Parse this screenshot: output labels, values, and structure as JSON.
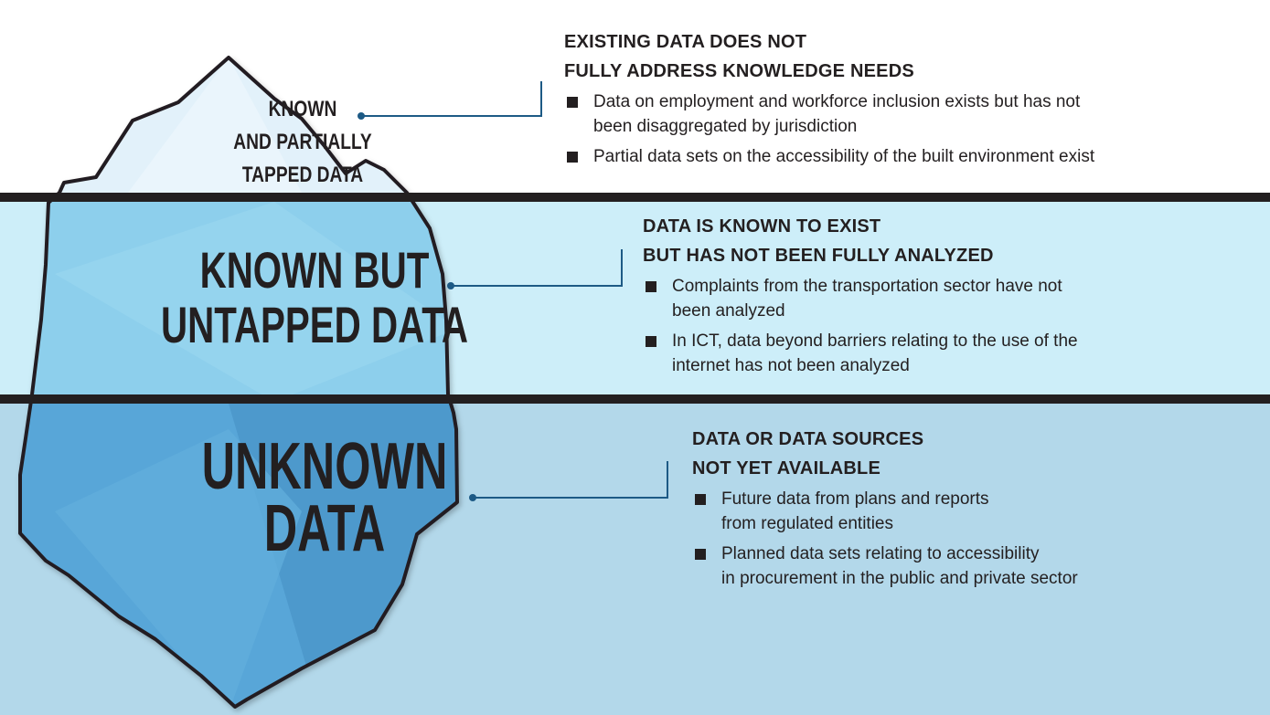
{
  "colors": {
    "surface": "#ffffff",
    "waterline_band": "#cdeef9",
    "deep_band": "#b3d8ea",
    "divider": "#231f20",
    "connector": "#1d5a85",
    "ice_top": "#e2f1fa",
    "ice_middle": "#8dcfec",
    "ice_bottom": "#58a6d8"
  },
  "iceberg": {
    "top_label": [
      "KNOWN",
      "AND PARTIALLY",
      "TAPPED DATA"
    ],
    "middle_label": [
      "KNOWN BUT",
      "UNTAPPED DATA"
    ],
    "bottom_label": [
      "UNKNOWN",
      "DATA"
    ]
  },
  "sections": [
    {
      "heading": [
        "EXISTING DATA DOES NOT",
        "FULLY ADDRESS KNOWLEDGE NEEDS"
      ],
      "bullets": [
        [
          "Data on employment and workforce inclusion exists but has not",
          "been disaggregated by jurisdiction"
        ],
        [
          "Partial data sets on the accessibility of the built environment exist"
        ]
      ]
    },
    {
      "heading": [
        "DATA IS KNOWN TO EXIST",
        "BUT HAS NOT BEEN FULLY ANALYZED"
      ],
      "bullets": [
        [
          "Complaints from the transportation sector have not",
          "been analyzed"
        ],
        [
          "In ICT, data beyond barriers relating to the use of the",
          "internet has not been analyzed"
        ]
      ]
    },
    {
      "heading": [
        "DATA OR DATA SOURCES",
        "NOT YET AVAILABLE"
      ],
      "bullets": [
        [
          "Future data from plans and reports",
          "from regulated entities"
        ],
        [
          "Planned data sets relating to accessibility",
          "in procurement in the public and private sector"
        ]
      ]
    }
  ]
}
